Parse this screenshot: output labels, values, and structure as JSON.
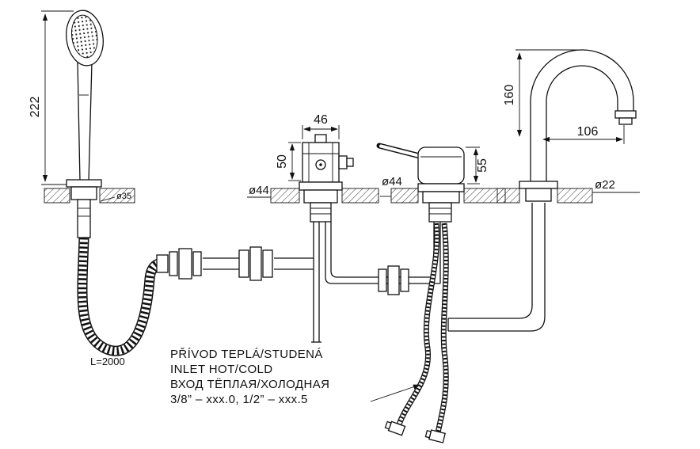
{
  "dims": {
    "shower_height": "222",
    "shower_hole": "ø35",
    "hose_length": "L=2000",
    "diverter_width": "46",
    "diverter_height": "50",
    "diverter_hole": "ø44",
    "mixer_hole": "ø44",
    "mixer_height": "55",
    "spout_height": "160",
    "spout_reach": "106",
    "spout_hole": "ø22"
  },
  "notes": {
    "cz": "PŘÍVOD TEPLÁ/STUDENÁ",
    "en": "INLET HOT/COLD",
    "ru": "ВХОД ТЁПЛАЯ/ХОЛОДНАЯ",
    "sizes": "3/8” – xxx.0, 1/2” – xxx.5"
  }
}
